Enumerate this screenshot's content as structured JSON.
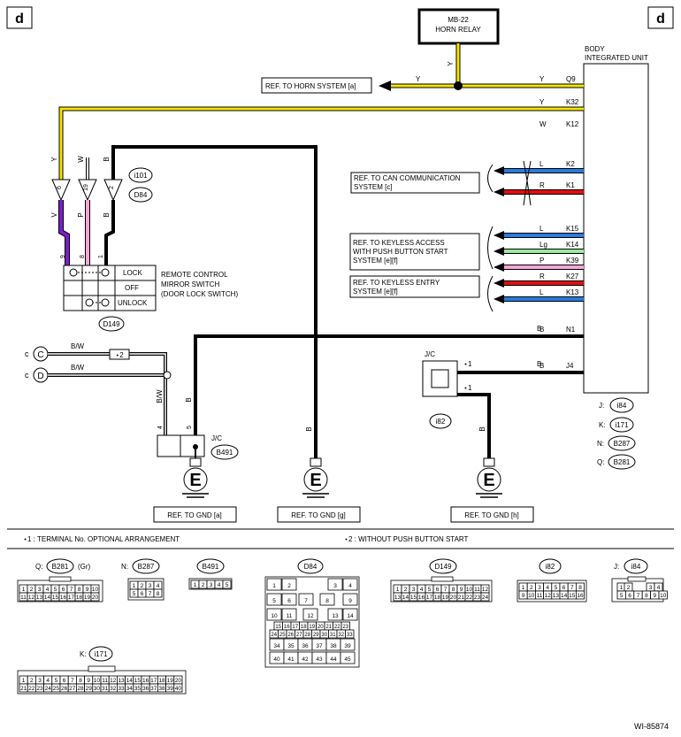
{
  "corners": {
    "left": "d",
    "right": "d"
  },
  "horn_relay": {
    "line1": "MB-22",
    "line2": "HORN RELAY"
  },
  "body_unit": {
    "line1": "BODY",
    "line2": "INTEGRATED UNIT"
  },
  "refs": {
    "horn": "REF. TO HORN SYSTEM [a]",
    "can_1": "REF. TO CAN COMMUNICATION",
    "can_2": "SYSTEM [c]",
    "keyless_access_1": "REF. TO KEYLESS ACCESS",
    "keyless_access_2": "WITH PUSH BUTTON START",
    "keyless_access_3": "SYSTEM [e][f]",
    "keyless_entry_1": "REF. TO KEYLESS ENTRY",
    "keyless_entry_2": "SYSTEM [e][f]",
    "gnd_a": "REF. TO GND [a]",
    "gnd_g": "REF. TO GND [g]",
    "gnd_h": "REF. TO GND [h]"
  },
  "wire_colors": {
    "Y": "#f5e400",
    "W": "#ffffff",
    "B": "#000000",
    "V": "#7a1fc8",
    "P": "#f4a6d8",
    "L": "#2a7be0",
    "R": "#e01010",
    "Lg": "#9be8a0",
    "BW": "#666666"
  },
  "unit_pins": [
    {
      "wire": "Y",
      "pin": "Q9"
    },
    {
      "wire": "Y",
      "pin": "K32"
    },
    {
      "wire": "W",
      "pin": "K12"
    },
    {
      "wire": "L",
      "pin": "K2"
    },
    {
      "wire": "R",
      "pin": "K1"
    },
    {
      "wire": "L",
      "pin": "K15"
    },
    {
      "wire": "Lg",
      "pin": "K14"
    },
    {
      "wire": "P",
      "pin": "K39"
    },
    {
      "wire": "R",
      "pin": "K27"
    },
    {
      "wire": "L",
      "pin": "K13"
    },
    {
      "wire": "B",
      "pin": "N1"
    },
    {
      "wire": "B",
      "pin": "J4"
    }
  ],
  "relay_wire": "Y",
  "horn_ref_wire": "Y",
  "connectors": {
    "i101": "i101",
    "d84": "D84",
    "d149": "D149",
    "b491": "B491",
    "i82": "i82"
  },
  "i101_pins": {
    "p1": "6",
    "p2": "19",
    "p3": "2"
  },
  "upper_wire_labels": {
    "y": "Y",
    "w": "W",
    "b": "B"
  },
  "lower_wire_labels": {
    "v": "V",
    "p": "P",
    "b": "B"
  },
  "switch_pins": {
    "p1": "9",
    "p2": "8",
    "p3": "1"
  },
  "switch": {
    "name1": "REMOTE CONTROL",
    "name2": "MIRROR SWITCH",
    "name3": "(DOOR LOCK SWITCH)",
    "lock": "LOCK",
    "off": "OFF",
    "unlock": "UNLOCK"
  },
  "cd": {
    "c_side": "c",
    "c_label": "C",
    "d_side": "c",
    "d_label": "D",
    "bw1": "B/W",
    "bw2": "B/W",
    "star2": "⋆2",
    "bw_vert": "B/W",
    "b_vert": "B",
    "pin4": "4",
    "pin5": "5"
  },
  "jc": {
    "main": "J/C",
    "b491_label": "J/C",
    "star1a": "⋆1",
    "star1b": "⋆1",
    "wire_b1": "B",
    "wire_b2": "B",
    "wire_b3": "B",
    "wire_b4": "B",
    "wire_b5": "B"
  },
  "ground_letter": "E",
  "legend_right": {
    "j": "J:",
    "j_val": "i84",
    "k": "K:",
    "k_val": "i171",
    "n": "N:",
    "n_val": "B287",
    "q": "Q:",
    "q_val": "B281"
  },
  "notes": {
    "n1": "⋆1  : TERMINAL No. OPTIONAL ARRANGEMENT",
    "n2": "⋆2  : WITHOUT PUSH BUTTON START"
  },
  "bottom_conn": {
    "q_prefix": "Q:",
    "q_val": "B281",
    "q_suffix": "(Gr)",
    "n_prefix": "N:",
    "n_val": "B287",
    "b491": "B491",
    "d84": "D84",
    "d149": "D149",
    "i82": "i82",
    "j_prefix": "J:",
    "j_val": "i84",
    "k_prefix": "K:",
    "k_val": "i171"
  },
  "figure_id": "WI-85874"
}
